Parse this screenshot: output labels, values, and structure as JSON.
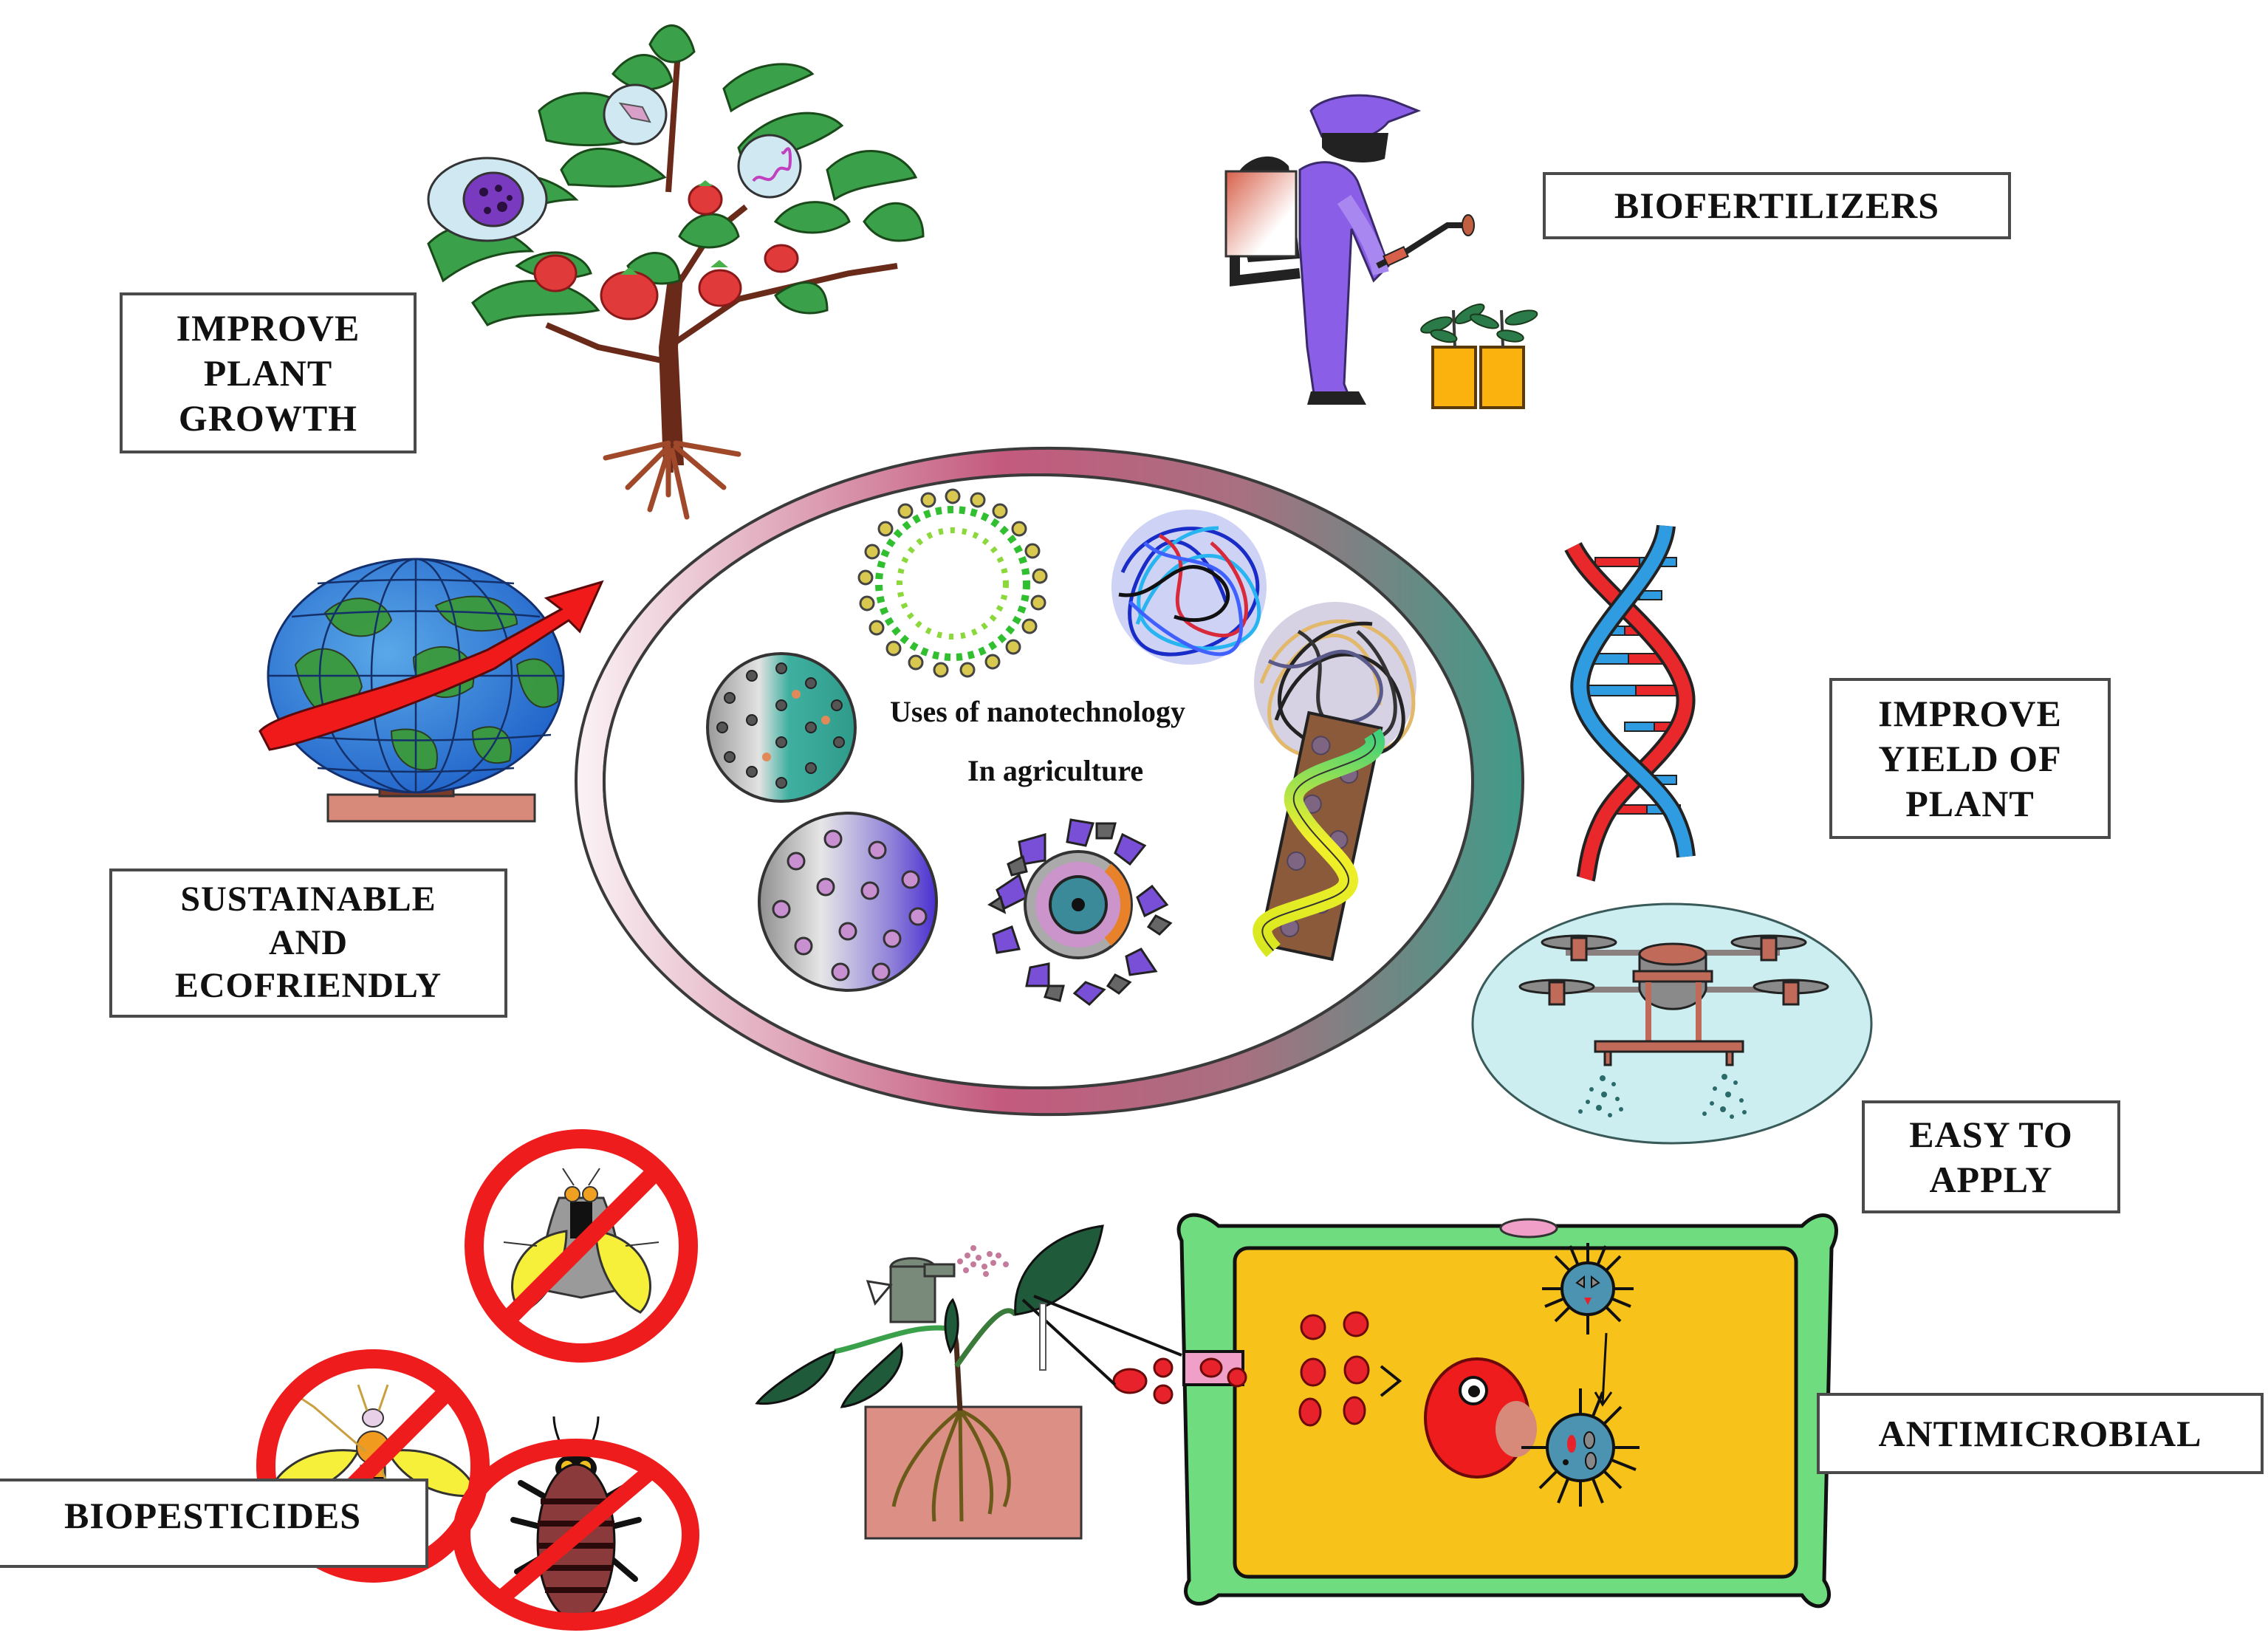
{
  "title": {
    "line1": "Uses of nanotechnology",
    "line2": "In agriculture"
  },
  "labels": {
    "improve_plant_growth": [
      "IMPROVE",
      "PLANT",
      "GROWTH"
    ],
    "biofertilizers": [
      "BIOFERTILIZERS"
    ],
    "sustainable": [
      "SUSTAINABLE",
      "AND",
      "ECOFRIENDLY"
    ],
    "improve_yield": [
      "IMPROVE",
      "YIELD OF",
      "PLANT"
    ],
    "easy_to_apply": [
      "EASY TO",
      "APPLY"
    ],
    "antimicrobial": [
      "ANTIMICROBIAL"
    ],
    "biopesticides": [
      "BIOPESTICIDES"
    ]
  },
  "illustrations": {
    "center_ring": "nanoparticle-ring",
    "tree": "tomato-plant-with-nanoparticle-insets",
    "farmer": "farmer-spraying-potted-plants",
    "globe": "globe-with-rising-arrow",
    "dna": "dna-double-helix",
    "drone": "agricultural-spray-drone",
    "cell": "plant-cell-with-nanoparticles-attacking-virus",
    "plant": "seedling-with-spray-can",
    "pests": [
      "fly",
      "wasp",
      "cockroach"
    ]
  },
  "colors": {
    "ring_start": "#f7eef2",
    "ring_mid": "#c45a7e",
    "ring_end": "#4a9a8a",
    "cell_wall": "#6fdc7f",
    "cell_fill": "#f7c21a",
    "nanoparticle_red": "#e8222a",
    "virus_blue": "#4b93b0",
    "no_sign_red": "#ee1c1c",
    "drone_bg": "#cdeef0",
    "dna_red": "#e8282a",
    "dna_blue": "#2f9be0",
    "farmer_purple": "#8a5ee6",
    "pot_orange": "#fbb20e",
    "soil": "#dc8f84"
  }
}
